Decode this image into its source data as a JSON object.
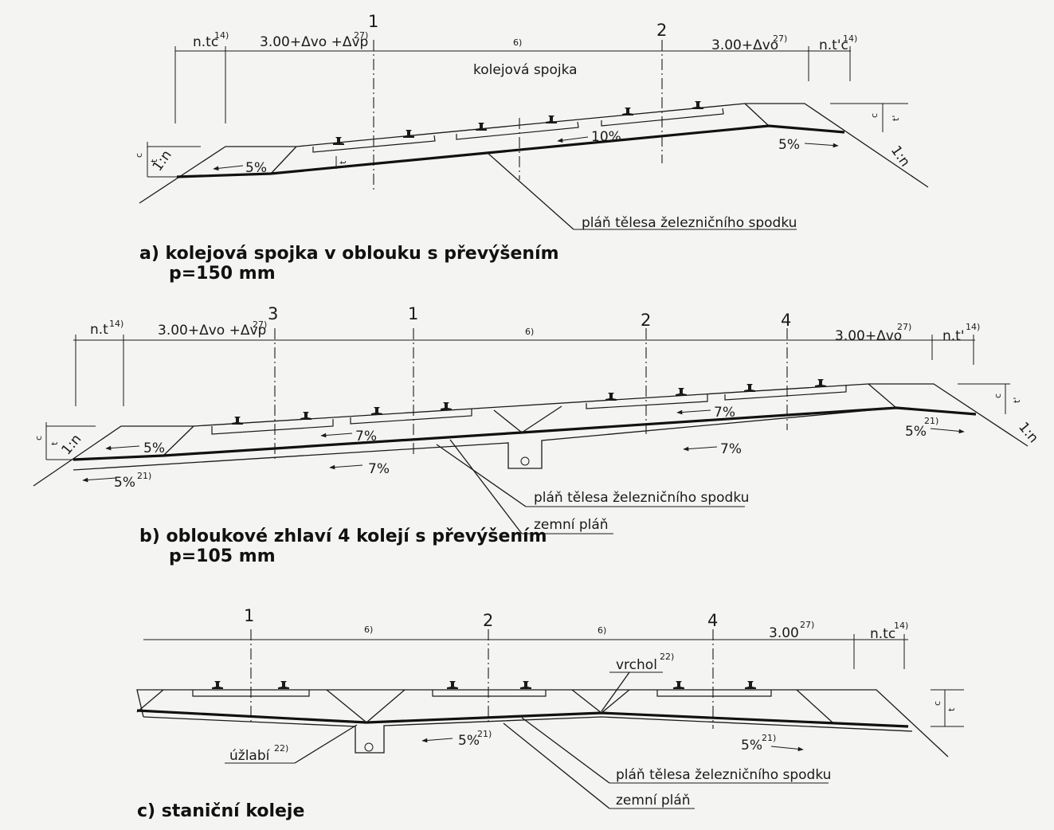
{
  "diagram_a": {
    "caption_1": "a) kolejová spojka v oblouku s převýšením",
    "caption_2": "p=150 mm",
    "dim_ntc": "n.tc",
    "sup_14": "14)",
    "dim_left": "3.00+Δvo +Δvp",
    "sup_27": "27)",
    "dim_mid": "6)",
    "dim_right": "3.00+Δvo",
    "dim_ntc2": "n.t'c",
    "axis_1": "1",
    "axis_2": "2",
    "label_spojka": "kolejová spojka",
    "slope_5_left": "5%",
    "slope_10": "10%",
    "slope_5_right": "5%",
    "ratio_left": "1:n",
    "ratio_right": "1:n",
    "c": "c",
    "t": "t",
    "t2": "t'",
    "label_plan": "pláň tělesa železničního spodku"
  },
  "diagram_b": {
    "caption_1": "b) obloukové zhlaví 4 kolejí s převýšením",
    "caption_2": "p=105 mm",
    "dim_nt": "n.t",
    "sup_14": "14)",
    "dim_left": "3.00+Δvo +Δvp",
    "sup_27": "27)",
    "dim_mid": "6)",
    "dim_right": "3.00+Δvo",
    "dim_nt2": "n.t'",
    "axis_3": "3",
    "axis_1": "1",
    "axis_2": "2",
    "axis_4": "4",
    "slope_5_left": "5%",
    "slope_7_a": "7%",
    "slope_7_b": "7%",
    "slope_7_c": "7%",
    "slope_7_d": "7%",
    "slope_5_bottom": "5%",
    "slope_5_right": "5%",
    "sup_21": "21)",
    "ratio_left": "1:n",
    "ratio_right": "1:n",
    "c": "c",
    "t": "t",
    "t2": "t'",
    "label_plan": "pláň tělesa železničního spodku",
    "label_zemni": "zemní pláň"
  },
  "diagram_c": {
    "caption": "c) staniční koleje",
    "axis_1": "1",
    "axis_2": "2",
    "axis_4": "4",
    "dim_mid1": "6)",
    "dim_mid2": "6)",
    "dim_right": "3.00",
    "sup_27": "27)",
    "dim_ntc": "n.tc",
    "sup_14": "14)",
    "label_vrchol": "vrchol",
    "sup_22": "22)",
    "label_uzlabi": "úžlabí",
    "slope_5_a": "5%",
    "slope_5_b": "5%",
    "sup_21": "21)",
    "c": "c",
    "t": "t",
    "label_plan": "pláň tělesa železničního spodku",
    "label_zemni": "zemní pláň"
  }
}
